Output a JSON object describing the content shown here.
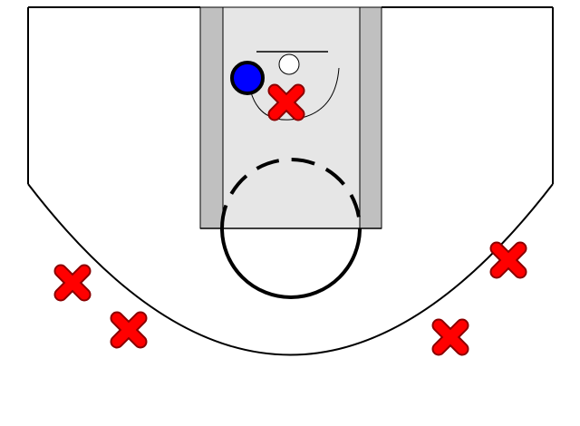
{
  "diagram": {
    "type": "basketball-half-court-play",
    "colors": {
      "background": "#ffffff",
      "lines": "#000000",
      "paint_fill": "#e6e6e6",
      "lane_block": "#c0c0c0",
      "offense_x": "#ff0000",
      "x_outline": "#8a0000",
      "defender": "#0000ff"
    },
    "markers": {
      "offense_count": 5,
      "offense_shape": "x-icon",
      "defender_count": 1,
      "defender_shape": "filled-circle"
    }
  }
}
